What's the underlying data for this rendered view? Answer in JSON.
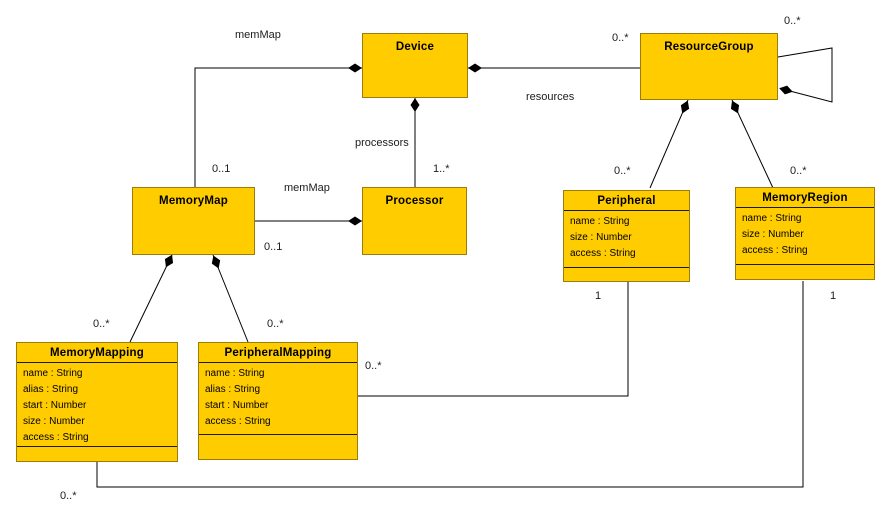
{
  "diagram": {
    "type": "uml-class-diagram",
    "colors": {
      "node_fill": "#FFCC00",
      "node_border": "#9a7d0a",
      "line_color": "#000000"
    },
    "classes": {
      "device": {
        "name": "Device",
        "attributes": []
      },
      "resource_group": {
        "name": "ResourceGroup",
        "attributes": []
      },
      "memory_map": {
        "name": "MemoryMap",
        "attributes": []
      },
      "processor": {
        "name": "Processor",
        "attributes": []
      },
      "peripheral": {
        "name": "Peripheral",
        "attributes": [
          "name : String",
          "size : Number",
          "access : String"
        ]
      },
      "memory_region": {
        "name": "MemoryRegion",
        "attributes": [
          "name : String",
          "size : Number",
          "access : String"
        ]
      },
      "memory_mapping": {
        "name": "MemoryMapping",
        "attributes": [
          "name : String",
          "alias : String",
          "start : Number",
          "size : Number",
          "access : String"
        ]
      },
      "peripheral_mapping": {
        "name": "PeripheralMapping",
        "attributes": [
          "name : String",
          "alias : String",
          "start : Number",
          "access : String"
        ]
      }
    },
    "labels": {
      "memmap_device_role": "memMap",
      "memorymap_mult": "0..1",
      "memmap_processor_role": "memMap",
      "memmap_processor_mult": "0..1",
      "processors_role": "processors",
      "processors_mult": "1..*",
      "resources_role": "resources",
      "resources_mult": "0..*",
      "self_assoc_mult": "0..*",
      "peripheral_mult": "0..*",
      "memory_region_mult": "0..*",
      "peripheral_one": "1",
      "memory_region_one": "1",
      "memory_mapping_mult": "0..*",
      "peripheral_mapping_mult": "0..*",
      "peripheral_mapping_assoc_mult": "0..*",
      "memory_mapping_assoc_mult": "0..*"
    }
  }
}
